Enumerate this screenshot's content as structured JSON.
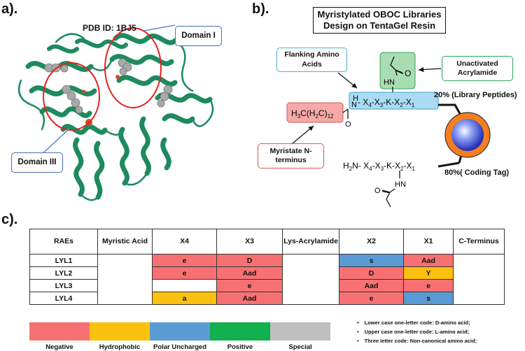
{
  "panel_a": {
    "label": "a).",
    "pdb_id": "PDB ID: 1BJ5",
    "domain_1": "Domain I",
    "domain_3": "Domain III"
  },
  "panel_b": {
    "label": "b).",
    "title_line1": "Myristylated OBOC Libraries",
    "title_line2": "Design on TentaGel Resin",
    "flanking_line1": "Flanking Amino",
    "flanking_line2": "Acids",
    "unactivated_line1": "Unactivated",
    "unactivated_line2": "Acrylamide",
    "myristate_line1": "Myristate N-",
    "myristate_line2": "terminus",
    "library_pct": "20% (Library Peptides)",
    "coding_pct": "80%( Coding Tag)"
  },
  "panel_c": {
    "label": "c).",
    "headers": [
      "RAEs",
      "Myristic Acid",
      "X4",
      "X3",
      "Lys-Acrylamide",
      "X2",
      "X1",
      "C-Terminus"
    ],
    "rows": [
      {
        "name": "LYL1",
        "x4": "e",
        "x3": "D",
        "x2": "s",
        "x1": "Aad"
      },
      {
        "name": "LYL2",
        "x4": "e",
        "x3": "Aad",
        "x2": "D",
        "x1": "Y"
      },
      {
        "name": "LYL3",
        "x4": "",
        "x3": "e",
        "x2": "Aad",
        "x1": "e"
      },
      {
        "name": "LYL4",
        "x4": "a",
        "x3": "Aad",
        "x2": "e",
        "x1": "s"
      }
    ],
    "legend": [
      "Negative",
      "Hydrophobic",
      "Polar Uncharged",
      "Positive",
      "Special"
    ],
    "legend_colors": [
      "#F77173",
      "#FCC10E",
      "#5B9BD5",
      "#12B04E",
      "#BFBFBF"
    ],
    "notes": [
      "Lower case one-letter code: D-amino acid;",
      "Upper case one-letter code: L-amino acid;",
      "Three letter code: Non-canonical amino acid;"
    ]
  }
}
